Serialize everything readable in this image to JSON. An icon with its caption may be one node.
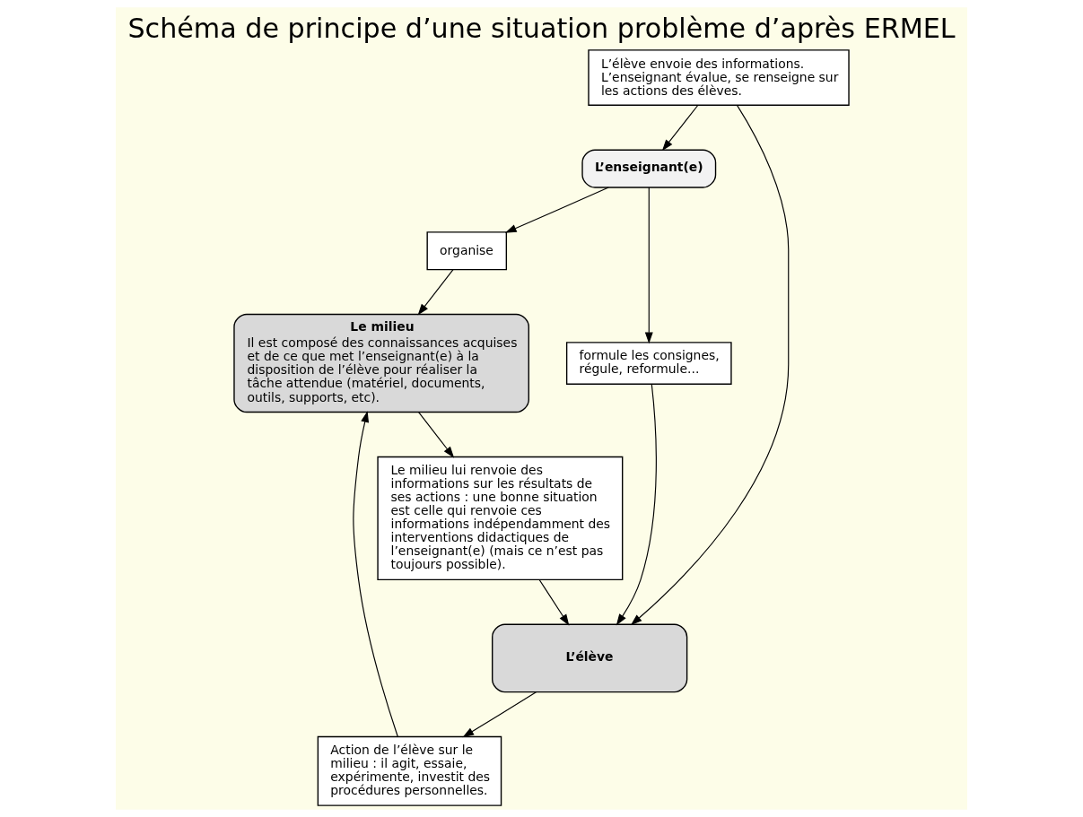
{
  "diagram": {
    "title": "Schéma de principe d’une situation problème d’après ERMEL",
    "nodes": [
      {
        "text": [
          "L’enseignant(e)"
        ]
      },
      {
        "text": [
          "organise"
        ]
      },
      {
        "text": [
          "Le milieu",
          "Il est composé des connaissances acquises et de ce que met l’enseignant(e) à la disposition de l’élève pour réaliser la tâche attendue (matériel, documents, outils, supports, etc)."
        ]
      },
      {
        "text": [
          "formule les consignes, régule, reformule..."
        ]
      },
      {
        "text": [
          "Action de l’élève sur le milieu : il agit, essaie, expérimente, investit des procédures personnelles."
        ]
      },
      {
        "text": [
          "Le milieu lui renvoie des informations sur les résultats de ses actions : une bonne situation est celle qui renvoie ces informations indépendamment des interventions didactiques de l’enseignant(e) (mais ce n’est pas toujours possible)."
        ]
      },
      {
        "text": [
          "L’élève envoie des informations. L’enseignant évalue, se renseigne sur les actions des élèves."
        ]
      },
      {
        "text": [
          "L’élève"
        ]
      }
    ],
    "edges": [
      {
        "from": 0,
        "to": 1,
        "arrow": "to"
      },
      {
        "from": 1,
        "to": 2,
        "arrow": "to"
      },
      {
        "from": 0,
        "to": 3,
        "arrow": "to"
      },
      {
        "from": 3,
        "to": 7,
        "arrow": "to"
      },
      {
        "from": 7,
        "to": 4,
        "arrow": "to"
      },
      {
        "from": 4,
        "to": 2,
        "arrow": "to"
      },
      {
        "from": 2,
        "to": 5,
        "arrow": "to"
      },
      {
        "from": 5,
        "to": 7,
        "arrow": "to"
      },
      {
        "from": 6,
        "to": 7,
        "arrow": "to"
      },
      {
        "from": 6,
        "to": 0,
        "arrow": "to"
      }
    ]
  }
}
